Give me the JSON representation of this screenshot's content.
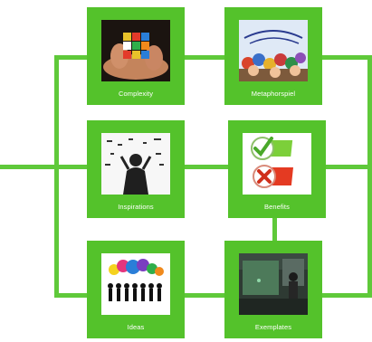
{
  "colors": {
    "accent_green": "#54c22b",
    "connector_green": "#5fc93a",
    "background": "#ffffff",
    "label_text": "#ffffff"
  },
  "cards": [
    {
      "label": "Complexity",
      "image": "rubiks-cube-image"
    },
    {
      "label": "Metaphorspiel",
      "image": "cartoon-crowd-image"
    },
    {
      "label": "Inspirations",
      "image": "thinking-figure-image"
    },
    {
      "label": "Benefits",
      "image": "check-cross-image"
    },
    {
      "label": "Ideas",
      "image": "crowd-bubbles-image"
    },
    {
      "label": "Exemplates",
      "image": "classroom-photo-image"
    }
  ]
}
